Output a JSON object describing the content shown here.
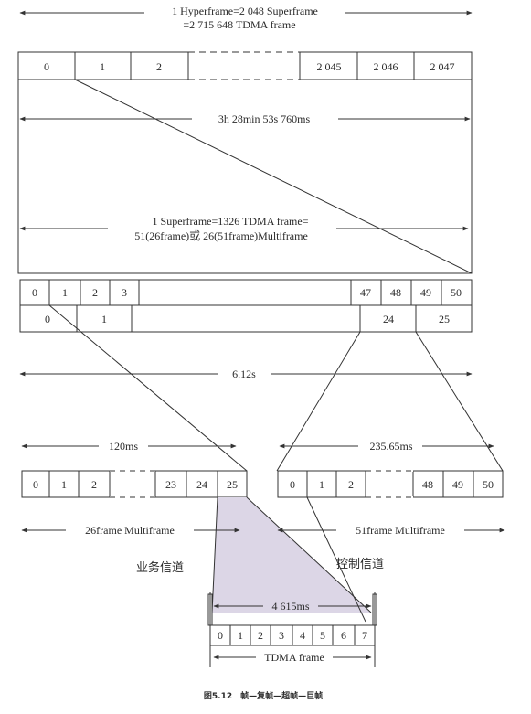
{
  "hyperframe": {
    "label_line1": "1 Hyperframe=2 048 Superframe",
    "label_line2": "=2 715 648 TDMA frame",
    "cells_left": [
      "0",
      "1",
      "2"
    ],
    "cells_right": [
      "2 045",
      "2 046",
      "2 047"
    ],
    "duration": "3h 28min 53s 760ms"
  },
  "superframe": {
    "label_line1": "1 Superframe=1326 TDMA frame=",
    "label_line2": "51(26frame)或 26(51frame)Multiframe",
    "row51_left": [
      "0",
      "1",
      "2",
      "3"
    ],
    "row51_right": [
      "47",
      "48",
      "49",
      "50"
    ],
    "row26_left": [
      "0",
      "1"
    ],
    "row26_right": [
      "24",
      "25"
    ],
    "duration": "6.12s"
  },
  "multiframe": {
    "dur26": "120ms",
    "dur51": "235.65ms",
    "cells26_left": [
      "0",
      "1",
      "2"
    ],
    "cells26_right": [
      "23",
      "24",
      "25"
    ],
    "cells51_left": [
      "0",
      "1",
      "2"
    ],
    "cells51_right": [
      "48",
      "49",
      "50"
    ],
    "label26": "26frame Multiframe",
    "label51": "51frame Multiframe",
    "traffic_channel": "业务信道",
    "control_channel": "控制信道"
  },
  "tdma": {
    "duration": "4 615ms",
    "slots": [
      "0",
      "1",
      "2",
      "3",
      "4",
      "5",
      "6",
      "7"
    ],
    "label": "TDMA frame"
  },
  "caption": "图5.12　帧—复帧—超帧—巨帧"
}
